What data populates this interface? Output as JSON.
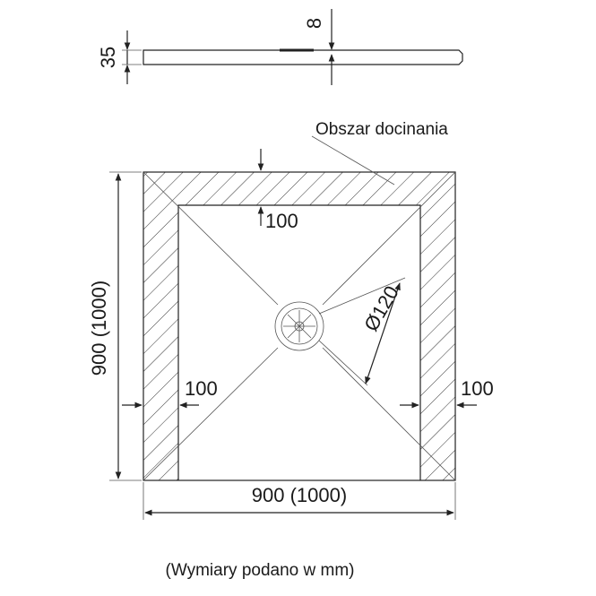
{
  "drawing": {
    "side_view": {
      "height_label": "35",
      "drain_depth_label": "8"
    },
    "top_view": {
      "trim_area_label": "Obszar docinania",
      "top_margin_label": "100",
      "left_margin_label": "100",
      "right_margin_label": "100",
      "drain_diameter_label": "Ø120",
      "width_label": "900 (1000)",
      "height_label": "900 (1000)"
    },
    "footnote": "(Wymiary podano w mm)"
  }
}
